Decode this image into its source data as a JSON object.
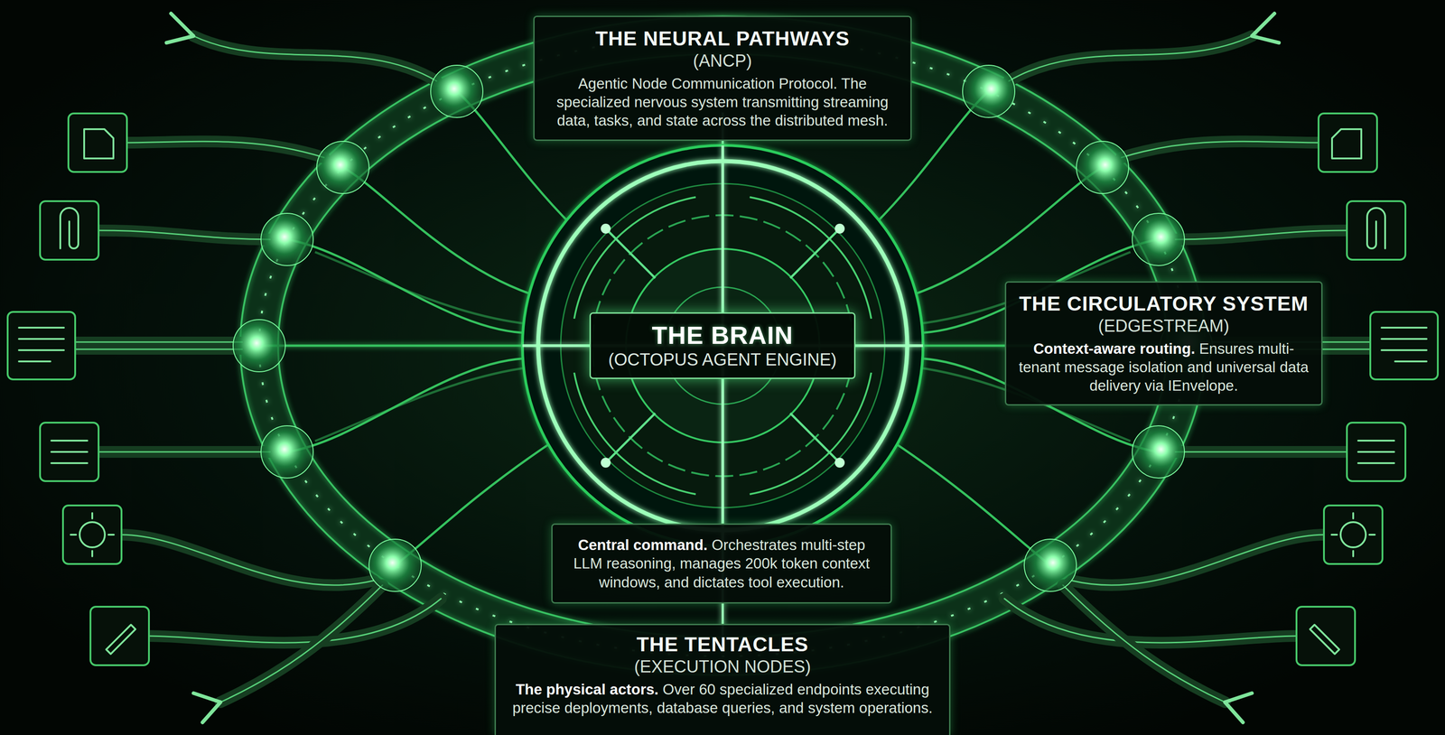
{
  "diagram": {
    "nodes": [
      {
        "text": [
          "THE NEURAL PATHWAYS",
          "(ANCP)",
          "Agentic Node Communication Protocol. The specialized nervous system transmitting streaming data, tasks, and state across the distributed mesh."
        ]
      },
      {
        "text": [
          "THE BRAIN",
          "(OCTOPUS AGENT ENGINE)"
        ]
      },
      {
        "text": [
          "THE CIRCULATORY SYSTEM",
          "(EDGESTREAM)",
          "Context-aware routing.",
          "Ensures multi-tenant message isolation and universal data delivery via IEnvelope."
        ]
      },
      {
        "text": [
          "Central command.",
          "Orchestrates multi-step LLM reasoning, manages 200k token context windows, and dictates tool execution."
        ]
      },
      {
        "text": [
          "THE TENTACLES",
          "(EXECUTION NODES)",
          "The physical actors.",
          "Over 60 specialized endpoints executing precise deployments, database queries, and system operations."
        ]
      }
    ]
  }
}
